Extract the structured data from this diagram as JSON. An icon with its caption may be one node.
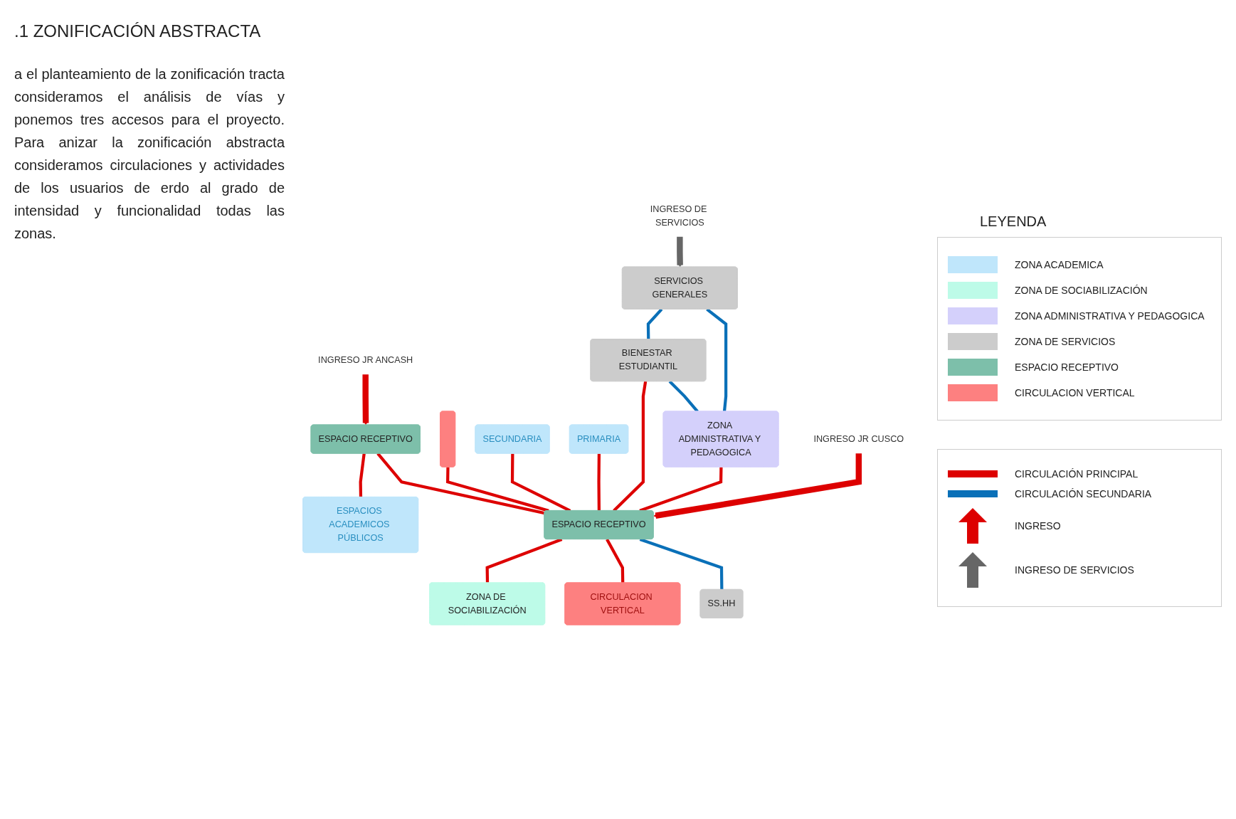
{
  "diagram": {
    "title": ".1  ZONIFICACIÓN ABSTRACTA",
    "nodes": [
      {
        "text": [
          "INGRESO JR ANCASH"
        ]
      },
      {
        "text": [
          "ESPACIO RECEPTIVO"
        ]
      },
      {
        "text": [
          "ESPACIOS ACADEMICOS PÚBLICOS"
        ]
      },
      {
        "text": [],
        "shape": "box"
      },
      {
        "text": [
          "SECUNDARIA"
        ]
      },
      {
        "text": [
          "PRIMARIA"
        ]
      },
      {
        "text": [
          "ZONA DE SOCIABILIZACIÓN"
        ]
      },
      {
        "text": [
          "SERVICIOS GENERALES"
        ]
      },
      {
        "text": [
          "BIENESTAR ESTUDIANTIL"
        ]
      },
      {
        "text": [
          "ESPACIO RECEPTIVO"
        ]
      },
      {
        "text": [
          "CIRCULACION VERTICAL"
        ]
      },
      {
        "text": [
          "SS.HH"
        ]
      },
      {
        "text": [
          "ZONA ADMINISTRATIVA Y PEDAGOGICA"
        ]
      },
      {
        "text": [
          "INGRESO DE SERVICIOS"
        ]
      },
      {
        "text": [
          "INGRESO JR CUSCO"
        ]
      }
    ],
    "edges": [
      {
        "from": 0,
        "to": 1,
        "arrow": "to",
        "style": "thick"
      },
      {
        "from": 1,
        "to": 2,
        "arrow": "none"
      },
      {
        "from": 1,
        "to": 9,
        "arrow": "none"
      },
      {
        "from": 9,
        "to": 6,
        "arrow": "none"
      },
      {
        "from": 3,
        "to": 9,
        "arrow": "none"
      },
      {
        "from": 4,
        "to": 9,
        "arrow": "none"
      },
      {
        "from": 5,
        "to": 9,
        "arrow": "none"
      },
      {
        "from": 7,
        "to": 8,
        "arrow": "none",
        "color": "#0a70b8"
      },
      {
        "from": 8,
        "to": 9,
        "arrow": "none"
      },
      {
        "from": 9,
        "to": 10,
        "arrow": "none"
      },
      {
        "from": 9,
        "to": 11,
        "arrow": "none",
        "color": "#0a70b8"
      },
      {
        "from": 8,
        "to": 12,
        "arrow": "none",
        "color": "#0a70b8"
      },
      {
        "from": 7,
        "to": 12,
        "arrow": "none",
        "color": "#0a70b8"
      },
      {
        "from": 12,
        "to": 9,
        "arrow": "none"
      },
      {
        "from": 13,
        "to": 7,
        "arrow": "to",
        "style": "thick",
        "color": "#666666"
      },
      {
        "from": 14,
        "to": 9,
        "arrow": "to",
        "style": "thick"
      }
    ],
    "labels": [
      "a el planteamiento de la zonificación tracta consideramos el análisis de vías y ponemos tres accesos para el proyecto. Para anizar la zonificación abstracta consideramos circulaciones y actividades de los usuarios de erdo al grado de intensidad y funcionalidad todas las zonas.",
      "LEYENDA"
    ],
    "legend": [
      {
        "text": "ZONA ACADEMICA",
        "color": "#bfe6fb"
      },
      {
        "text": "ZONA DE SOCIABILIZACIÓN",
        "color": "#bdfbe8"
      },
      {
        "text": "ZONA ADMINISTRATIVA Y PEDAGOGICA",
        "color": "#d4d0fb"
      },
      {
        "text": "ZONA DE SERVICIOS",
        "color": "#cccccc"
      },
      {
        "text": "ESPACIO RECEPTIVO",
        "color": "#7dbfaa"
      },
      {
        "text": "CIRCULACION VERTICAL",
        "color": "#fd8080"
      },
      {
        "text": "CIRCULACIÓN PRINCIPAL"
      },
      {
        "text": "CIRCULACIÓN SECUNDARIA"
      },
      {
        "text": "INGRESO"
      },
      {
        "text": "INGRESO DE SERVICIOS"
      }
    ]
  }
}
